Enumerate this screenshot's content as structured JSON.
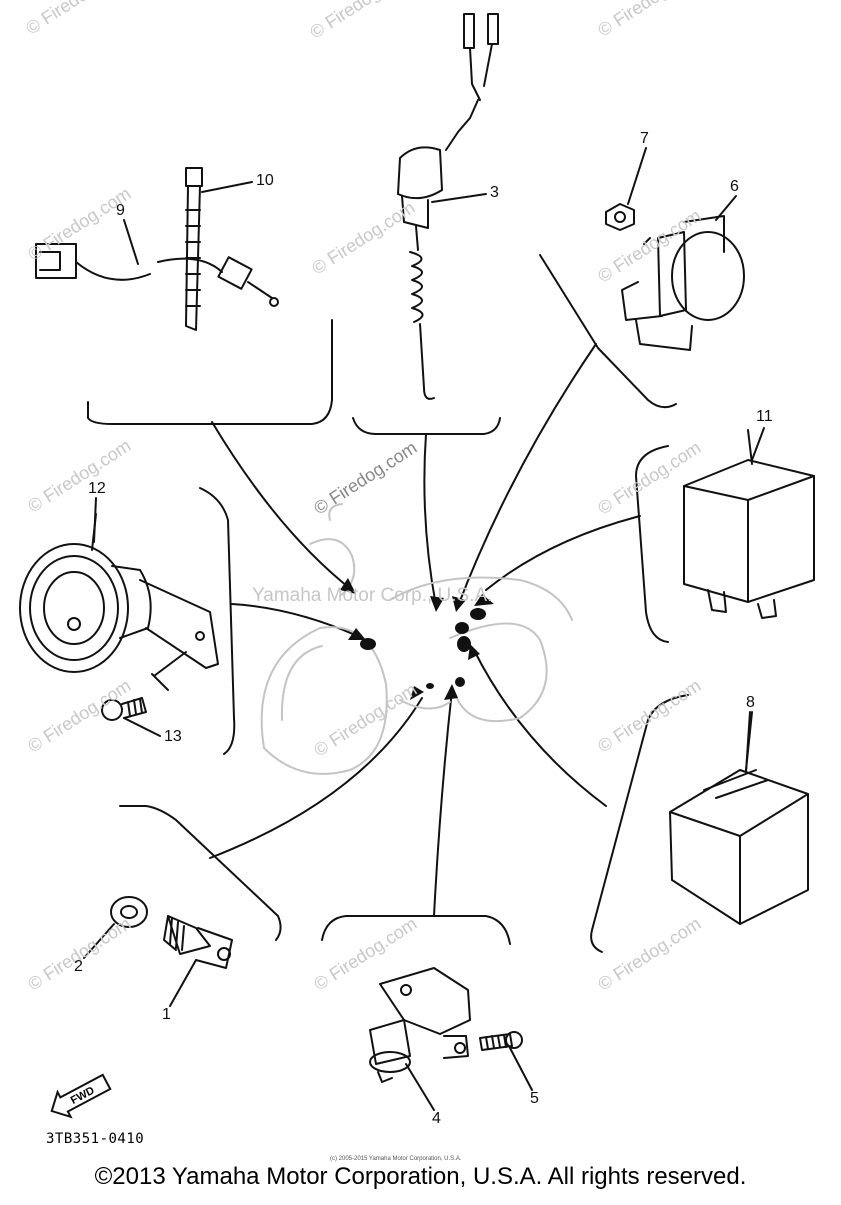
{
  "diagram": {
    "callouts": [
      "10",
      "9",
      "3",
      "7",
      "6",
      "11",
      "12",
      "13",
      "8",
      "2",
      "1",
      "4",
      "5"
    ],
    "direction_label": "FWD",
    "reference_code": "3TB351-0410",
    "center_watermark": "Yamaha Motor Corp., U.S.A.",
    "watermark": "© Firedog.com",
    "tiny_copyright": "(c) 2005-2015 Yamaha Motor Corporation, U.S.A.",
    "copyright": "©2013 Yamaha Motor Corporation, U.S.A. All rights reserved."
  }
}
